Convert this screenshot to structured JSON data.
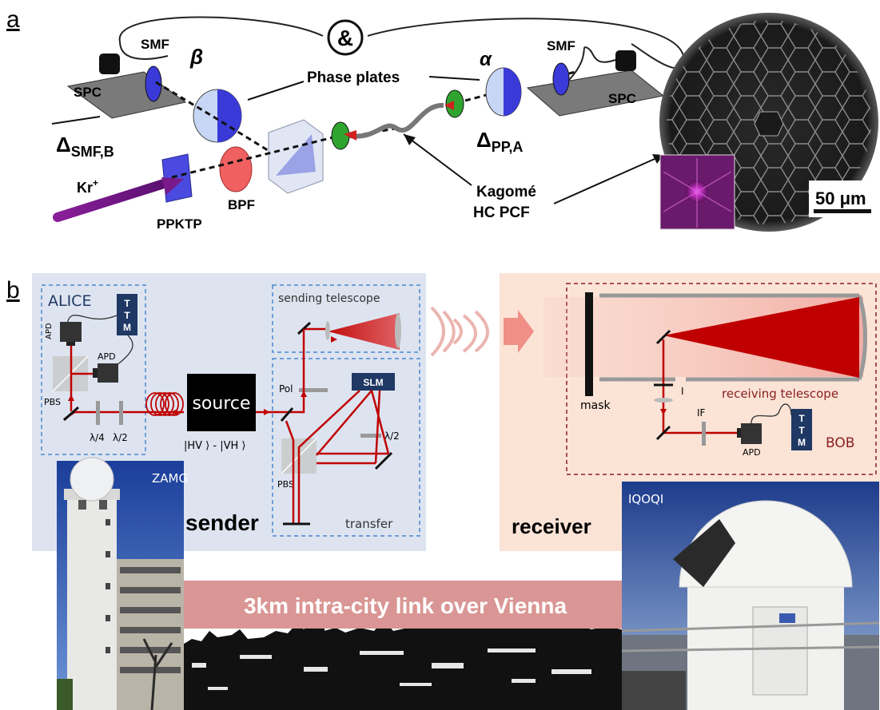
{
  "panel_a": {
    "label": "a",
    "and_symbol": "&",
    "smf_left": "SMF",
    "spc_left": "SPC",
    "beta": "β",
    "phase_plates": "Phase plates",
    "alpha": "α",
    "smf_right": "SMF",
    "spc_right": "SPC",
    "delta_smf": "Δ",
    "delta_smf_sub": "SMF,B",
    "delta_pp": "Δ",
    "delta_pp_sub": "PP,A",
    "kr": "Kr",
    "kr_sup": "+",
    "bpf": "BPF",
    "ppktp": "PPKTP",
    "kagome_line1": "Kagomé",
    "kagome_line2": "HC  PCF",
    "scale_bar": "50 μm",
    "colors": {
      "phase_plate_blue": "#3a3ad8",
      "fiber_green": "#2fa52f",
      "bpf_red": "#f06060",
      "pump_purple": "#7a1a8a",
      "fiber_core_magenta": "#c030c0"
    }
  },
  "panel_b": {
    "label": "b",
    "alice": "ALICE",
    "ttm_left": [
      "T",
      "T",
      "M"
    ],
    "apd_left_top": "APD",
    "apd_left_side": "APD",
    "pbs_left": "PBS",
    "quarter_wave": "λ/4",
    "half_wave_left": "λ/2",
    "source": "source",
    "bell_state": "|HV ⟩ - |VH ⟩",
    "sending_telescope": "sending telescope",
    "pol": "Pol",
    "slm": "SLM",
    "half_wave_right": "λ/2",
    "pbs_right": "PBS",
    "transfer": "transfer",
    "sender": "sender",
    "zamg": "ZAMG",
    "mask": "mask",
    "iris": "I",
    "receiving_telescope": "receiving telescope",
    "if_filter": "IF",
    "apd_bob": "APD",
    "ttm_bob": [
      "T",
      "T",
      "M"
    ],
    "bob": "BOB",
    "receiver": "receiver",
    "iqoqi": "IQOQI",
    "banner": "3km intra-city link over Vienna",
    "colors": {
      "sender_bg": "#dde4f0",
      "receiver_bg": "#fbe3d6",
      "beam_red": "#c00000",
      "ttm_navy": "#1f3864",
      "banner_pink": "#d99694"
    }
  }
}
